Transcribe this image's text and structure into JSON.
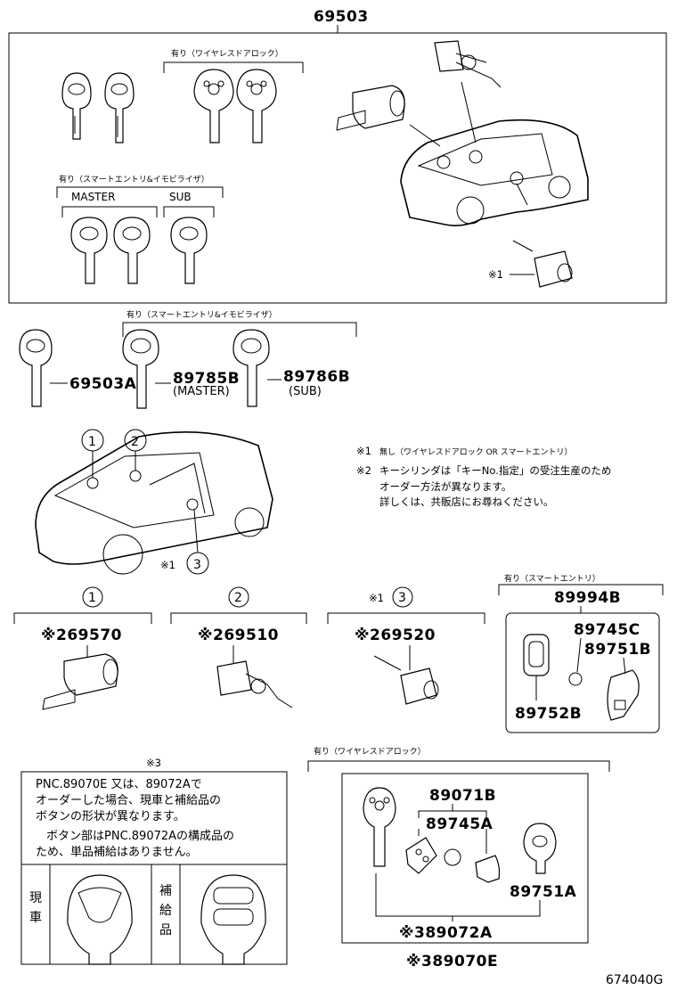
{
  "top": {
    "assembly_number": "69503",
    "wireless_label": "有り（ワイヤレスドアロック）",
    "smart_label": "有り（スマートエントリ&イモビライザ）",
    "master_label": "MASTER",
    "sub_label": "SUB",
    "note_ref": "※1"
  },
  "keys": {
    "smart_label": "有り（スマートエントリ&イモビライザ）",
    "key1": "69503A",
    "key2": "89785B",
    "key2_sub": "(MASTER)",
    "key3": "89786B",
    "key3_sub": "(SUB)"
  },
  "notes": {
    "n1_mark": "※1",
    "n1_text": "無し（ワイヤレスドアロック OR スマートエントリ）",
    "n2_mark": "※2",
    "n2_line1": "キーシリンダは「キーNo.指定」の受注生産のため",
    "n2_line2": "オーダー方法が異なります。",
    "n2_line3": "詳しくは、共販店にお尋ねください。"
  },
  "car_labels": {
    "c1": "1",
    "c2": "2",
    "c3": "3",
    "c3_mark": "※1"
  },
  "cylinders": {
    "c1_circle": "1",
    "c1_part": "※269570",
    "c2_circle": "2",
    "c2_part": "※269510",
    "c3_mark": "※1",
    "c3_circle": "3",
    "c3_part": "※269520"
  },
  "smart_entry": {
    "label": "有り（スマートエントリ）",
    "assy": "89994B",
    "p1": "89745C",
    "p2": "89751B",
    "p3": "89752B"
  },
  "note3": {
    "mark": "※3",
    "line1": "PNC.89070E 又は、89072Aで",
    "line2": "オーダーした場合、現車と補給品の",
    "line3": "ボタンの形状が異なります。",
    "line4": "ボタン部はPNC.89072Aの構成品の",
    "line5": "ため、単品補給はありません。",
    "current_vehicle": [
      "現",
      "車"
    ],
    "supply_part": [
      "補",
      "給",
      "品"
    ]
  },
  "wireless": {
    "label": "有り（ワイヤレスドアロック）",
    "p1": "89071B",
    "p2": "89745A",
    "p3": "89751A",
    "assy": "※389072A",
    "total": "※389070E"
  },
  "diagram_id": "674040G"
}
